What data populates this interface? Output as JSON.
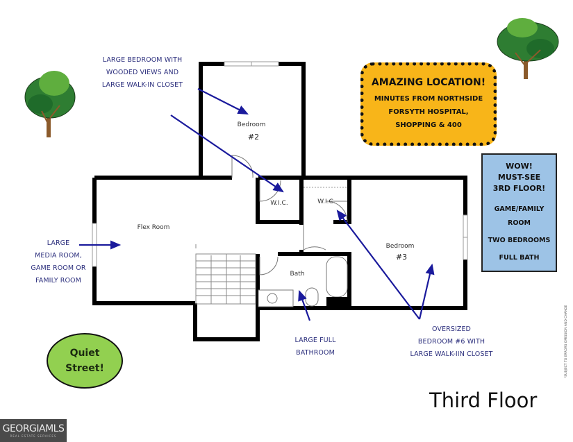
{
  "title": "Third Floor",
  "rooms": {
    "bedroom2": {
      "label": "Bedroom",
      "number": "#2"
    },
    "bedroom3": {
      "label": "Bedroom",
      "number": "#3"
    },
    "flex": {
      "label": "Flex Room"
    },
    "wic_left": {
      "label": "W.I.C."
    },
    "wic_right": {
      "label": "W.I.C."
    },
    "bath": {
      "label": "Bath"
    }
  },
  "callouts": {
    "bedroom2": [
      "LARGE BEDROOM WITH",
      "WOODED VIEWS AND",
      "LARGE WALK-IN CLOSET"
    ],
    "flex": [
      "LARGE",
      "MEDIA ROOM,",
      "GAME ROOM OR",
      "FAMILY ROOM"
    ],
    "bath": [
      "LARGE FULL",
      "BATHROOM"
    ],
    "bedroom3": [
      "OVERSIZED",
      "BEDROOM #6 WITH",
      "LARGE WALK-IIN CLOSET"
    ]
  },
  "location_box": {
    "title": "AMAZING LOCATION!",
    "lines": [
      "MINUTES FROM NORTHSIDE",
      "FORSYTH HOSPITAL,",
      "SHOPPING & 400"
    ],
    "color": "#f8b519"
  },
  "features_box": {
    "headline": [
      "WOW!",
      "MUST-SEE",
      "3RD FLOOR!"
    ],
    "items": [
      "GAME/FAMILY",
      "ROOM",
      "TWO BEDROOMS",
      "FULL BATH"
    ],
    "color": "#9dc3e6"
  },
  "street_badge": {
    "lines": [
      "Quiet",
      "Street!"
    ],
    "color": "#92d050"
  },
  "disclaimer": "*SUBJECT TO ERRORS OMISSION AND CHANGE",
  "watermark": {
    "main": "GEORGIAMLS",
    "sub": "REAL ESTATE SERVICES"
  },
  "colors": {
    "arrow": "#1a1a9c",
    "wall": "#000000",
    "tree_dark": "#2e7d32",
    "tree_light": "#66bb3a",
    "trunk": "#8b5a2b"
  }
}
